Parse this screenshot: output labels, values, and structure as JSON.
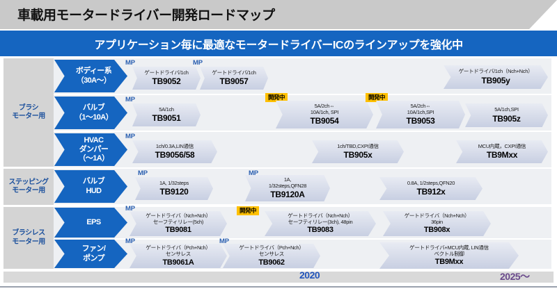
{
  "header": {
    "title": "車載用モータードライバー開発ロードマップ",
    "banner": "アプリケーション毎に最適なモータードライバーICのラインアップを強化中"
  },
  "groups": [
    {
      "name": "brush-motor",
      "label": "ブラシ\nモーター用"
    },
    {
      "name": "stepping-motor",
      "label": "ステッピング\nモーター用"
    },
    {
      "name": "brushless-motor",
      "label": "ブラシレス\nモーター用"
    }
  ],
  "rows": [
    {
      "app": "ボディー系\n（30A〜）",
      "products": [
        {
          "spec": "ゲートドライバ/1ch",
          "pn": "TB9052",
          "mp": "MP",
          "dev": null
        },
        {
          "spec": "ゲートドライバ/1ch",
          "pn": "TB9057",
          "mp": "MP",
          "dev": null
        },
        {
          "spec": "ゲートドライバ/1ch（Nch+Nch）",
          "pn": "TB905y",
          "mp": null,
          "dev": null
        }
      ]
    },
    {
      "app": "バルブ\n（1〜10A）",
      "products": [
        {
          "spec": "5A/1ch",
          "pn": "TB9051",
          "mp": "MP",
          "dev": null
        },
        {
          "spec": "5A/2ch⇔\n10A/1ch, SPI",
          "pn": "TB9054",
          "mp": null,
          "dev": "開発中"
        },
        {
          "spec": "5A/2ch⇔\n10A/1ch,SPI",
          "pn": "TB9053",
          "mp": null,
          "dev": "開発中"
        },
        {
          "spec": "5A/1ch,SPI",
          "pn": "TB905z",
          "mp": null,
          "dev": null
        }
      ]
    },
    {
      "app": "HVAC\nダンパー\n（〜1A）",
      "products": [
        {
          "spec": "1ch/0.3A,LIN通信",
          "pn": "TB9056/58",
          "mp": "MP",
          "dev": null
        },
        {
          "spec": "1ch/TBD,CXPI通信",
          "pn": "TB905x",
          "mp": null,
          "dev": null
        },
        {
          "spec": "MCU内蔵，CXPI通信",
          "pn": "TB9Mxx",
          "mp": null,
          "dev": null
        }
      ]
    },
    {
      "app": "バルブ\nHUD",
      "products": [
        {
          "spec": "1A, 1/32steps",
          "pn": "TB9120",
          "mp": "MP",
          "dev": null
        },
        {
          "spec": "1A,\n1/32steps,QFN28",
          "pn": "TB9120A",
          "mp": "MP",
          "dev": null
        },
        {
          "spec": "0.8A, 1/2steps,QFN20",
          "pn": "TB912x",
          "mp": null,
          "dev": null
        }
      ]
    },
    {
      "app": "EPS",
      "products": [
        {
          "spec": "ゲートドライバ（Nch+Nch）\nセーフティリレー(5ch)",
          "pn": "TB9081",
          "mp": "MP",
          "dev": null
        },
        {
          "spec": "ゲートドライバ（Nch+Nch）\nセーフティリレー(3ch), 48pin",
          "pn": "TB9083",
          "mp": null,
          "dev": "開発中"
        },
        {
          "spec": "ゲートドライバ（Nch+Nch）\n36pin",
          "pn": "TB908x",
          "mp": null,
          "dev": null
        }
      ]
    },
    {
      "app": "ファン/\nポンプ",
      "products": [
        {
          "spec": "ゲートドライバ（Pch+Nch）\nセンサレス",
          "pn": "TB9061A",
          "mp": "MP",
          "dev": null
        },
        {
          "spec": "ゲートドライバ（Pch+Nch）\nセンサレス",
          "pn": "TB9062",
          "mp": "MP",
          "dev": null
        },
        {
          "spec": "ゲートドライバ+MCU内蔵, LIN通信\nベクトル制御",
          "pn": "TB9Mxx",
          "mp": null,
          "dev": null
        }
      ]
    }
  ],
  "timeline": {
    "start": "2020",
    "end": "2025〜"
  },
  "colors": {
    "accent_blue": "#1565C0",
    "dev_badge": "#FFC000",
    "group_grey": "#d4d4d4",
    "product_fill": "#c8cfe2",
    "timeline_start": "#2255bb",
    "timeline_end": "#6a4a8c"
  }
}
